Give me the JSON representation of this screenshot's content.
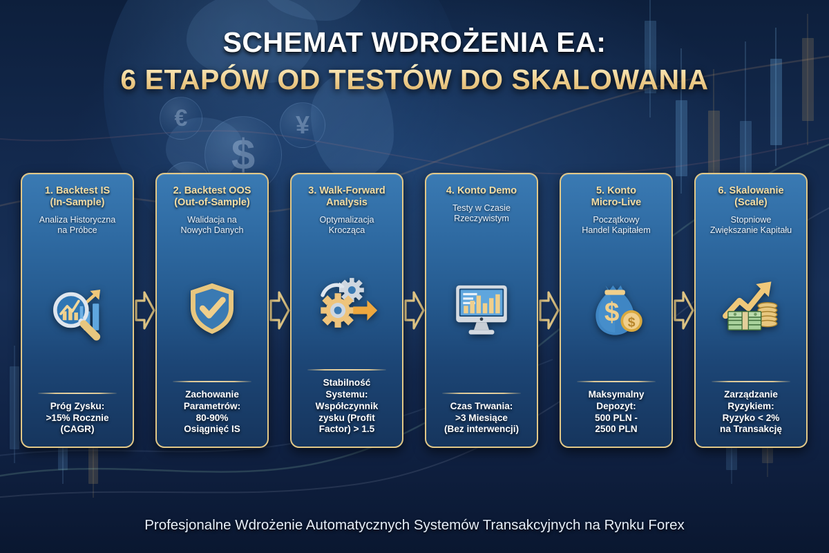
{
  "title": {
    "line1": "SCHEMAT WDROŻENIA EA:",
    "line2": "6 ETAPÓW OD TESTÓW DO SKALOWANIA"
  },
  "footer": {
    "text": "Profesjonalne Wdrożenie Automatycznych Systemów Transakcyjnych na Rynku Forex"
  },
  "colors": {
    "gold": "#e2c887",
    "gold_text": "#f4dda3",
    "card_top": "#3a7ab3",
    "card_bottom": "#16355d",
    "background_navy": "#0d1f3c",
    "white": "#ffffff"
  },
  "background": {
    "coins": [
      "€",
      "$",
      "¥",
      "€"
    ],
    "motifs": [
      "globe",
      "currency-coins",
      "candlestick-chart",
      "trend-lines"
    ]
  },
  "steps": [
    {
      "title": "1. Backtest IS\n(In-Sample)",
      "subtitle": "Analiza Historyczna\nna Próbce",
      "icon": "magnifying-glass-chart-icon",
      "metric": "Próg Zysku:\n>15% Rocznie\n(CAGR)"
    },
    {
      "title": "2. Backtest OOS\n(Out-of-Sample)",
      "subtitle": "Walidacja na\nNowych Danych",
      "icon": "shield-check-icon",
      "metric": "Zachowanie\nParametrów:\n80-90%\nOsiągnięć IS"
    },
    {
      "title": "3. Walk-Forward\nAnalysis",
      "subtitle": "Optymalizacja\nKrocząca",
      "icon": "gears-arrow-icon",
      "metric": "Stabilność\nSystemu:\nWspółczynnik\nzysku (Profit\nFactor) > 1.5"
    },
    {
      "title": "4. Konto Demo",
      "subtitle": "Testy w Czasie\nRzeczywistym",
      "icon": "monitor-bar-chart-icon",
      "metric": "Czas Trwania:\n>3 Miesiące\n(Bez interwencji)"
    },
    {
      "title": "5. Konto\nMicro-Live",
      "subtitle": "Początkowy\nHandel Kapitałem",
      "icon": "money-bag-coin-icon",
      "metric": "Maksymalny\nDepozyt:\n500 PLN -\n2500 PLN"
    },
    {
      "title": "6. Skalowanie\n(Scale)",
      "subtitle": "Stopniowe\nZwiększanie Kapitału",
      "icon": "cash-growth-arrow-icon",
      "metric": "Zarządzanie\nRyzykiem:\nRyzyko < 2%\nna Transakcję"
    }
  ],
  "connectors": {
    "count": 5,
    "icon": "right-arrow-icon"
  }
}
